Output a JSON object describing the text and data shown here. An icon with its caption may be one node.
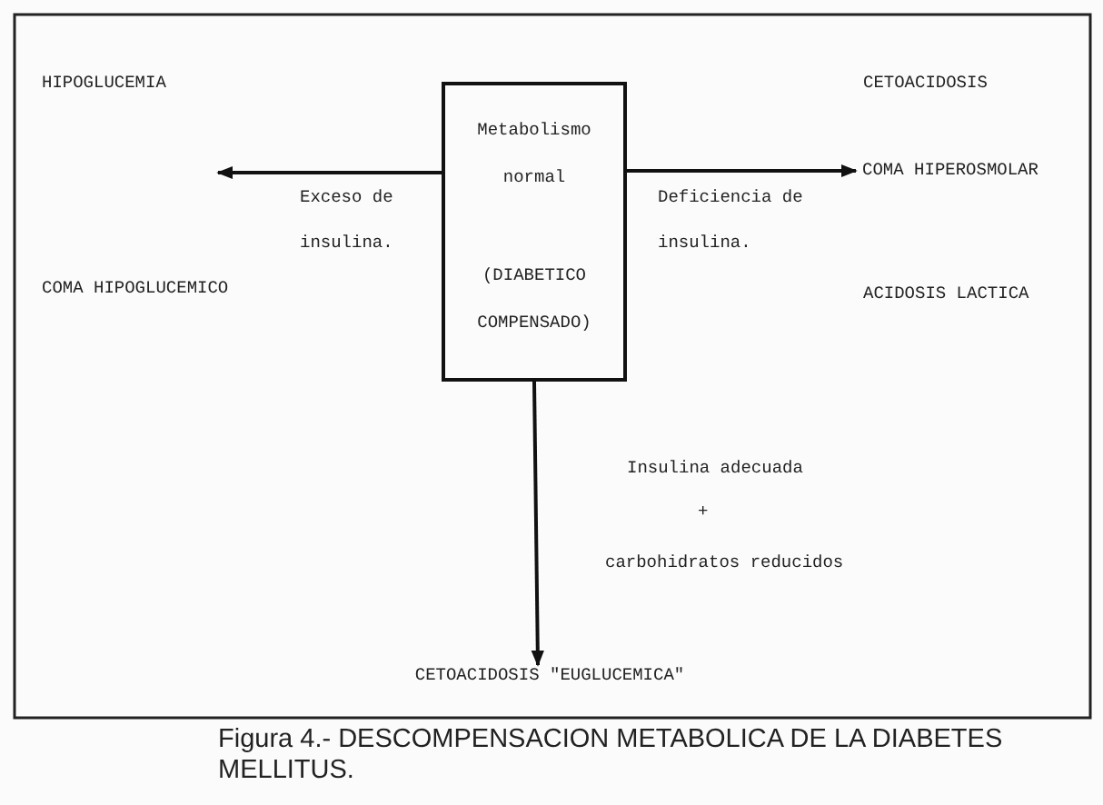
{
  "diagram": {
    "caption": "Figura 4.- DESCOMPENSACION METABOLICA DE LA DIABETES MELLITUS.",
    "nodes": [
      {
        "text": [
          "Metabolismo normal",
          "(DIABETICO COMPENSADO)"
        ]
      },
      {
        "text": [
          "COMA HIPEROSMOLAR"
        ]
      },
      {
        "text": [
          "CETOACIDOSIS \"EUGLUCEMICA\""
        ]
      }
    ],
    "edges": [
      {
        "from": 0,
        "to": null,
        "arrow": "to",
        "label": "Exceso de insulina."
      },
      {
        "from": 0,
        "to": 1,
        "arrow": "to",
        "label": "Deficiencia de insulina."
      },
      {
        "from": 0,
        "to": 2,
        "arrow": "to"
      }
    ],
    "labels": [
      "HIPOGLUCEMIA",
      "CETOACIDOSIS",
      "COMA HIPOGLUCEMICO",
      "ACIDOSIS LACTICA",
      "Insulina adecuada",
      "+",
      "carbohidratos reducidos"
    ]
  }
}
